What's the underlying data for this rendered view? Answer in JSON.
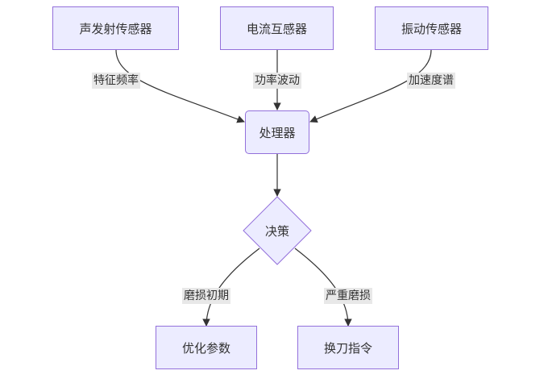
{
  "nodes": {
    "acoustic": "声发射传感器",
    "current": "电流互感器",
    "vibration": "振动传感器",
    "processor": "处理器",
    "decision": "决策",
    "optimize": "优化参数",
    "toolchange": "换刀指令"
  },
  "edges": {
    "acoustic_to_processor": "特征频率",
    "current_to_processor": "功率波动",
    "vibration_to_processor": "加速度谱",
    "decision_to_optimize": "磨损初期",
    "decision_to_toolchange": "严重磨损"
  },
  "colors": {
    "node_fill": "#ececff",
    "node_stroke": "#9370db",
    "edge": "#333333",
    "label_bg": "#e8e8e8"
  }
}
